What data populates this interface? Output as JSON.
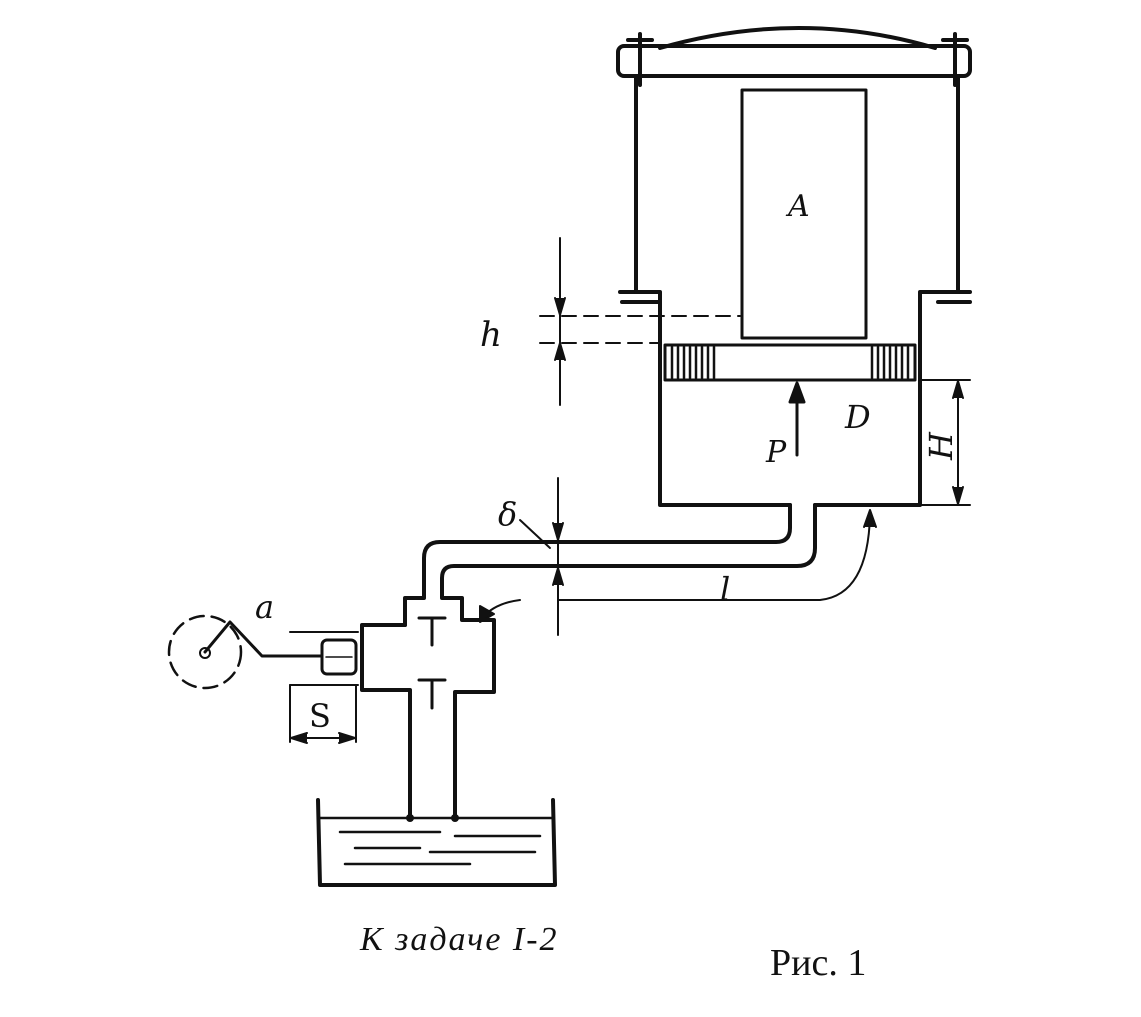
{
  "labels": {
    "chamber": "A",
    "piston_diameter": "D",
    "force": "P",
    "height": "H",
    "gap": "h",
    "wall_thickness": "δ",
    "pipe_length": "l",
    "crank": "a",
    "stroke": "S"
  },
  "captions": {
    "problem": "К задаче I-2",
    "figure": "Рис. 1"
  },
  "colors": {
    "ink": "#111111",
    "background": "#ffffff"
  }
}
